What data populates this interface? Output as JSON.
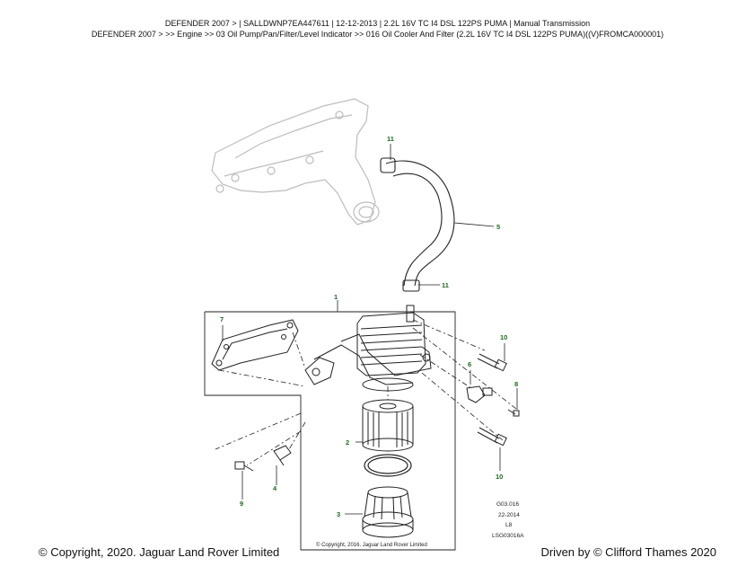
{
  "header": {
    "line1": "DEFENDER 2007 > | SALLDWNP7EA447611 | 12-12-2013 | 2.2L 16V TC I4 DSL 122PS PUMA | Manual Transmission",
    "line2": "DEFENDER 2007 > >> Engine >> 03 Oil Pump/Pan/Filter/Level Indicator >> 016 Oil Cooler And Filter (2.2L 16V TC I4 DSL 122PS PUMA)((V)FROMCA000001)"
  },
  "callouts": {
    "c1": "1",
    "c2": "2",
    "c3": "3",
    "c4": "4",
    "c5": "5",
    "c6": "6",
    "c7": "7",
    "c8": "8",
    "c9": "9",
    "c10a": "10",
    "c10b": "10",
    "c11a": "11",
    "c11b": "11"
  },
  "reference": {
    "code": "G03.016",
    "date": "22-2014",
    "level": "L8",
    "drawing": "LSG03016A",
    "copyright_small": "© Copyright, 2016. Jaguar Land Rover Limited"
  },
  "footer": {
    "left": "© Copyright, 2020. Jaguar Land Rover Limited",
    "right": "Driven by © Clifford Thames 2020"
  },
  "colors": {
    "callout_green": "#1e6a1e",
    "ghost_part": "#bdbdbd",
    "line": "#222222"
  }
}
